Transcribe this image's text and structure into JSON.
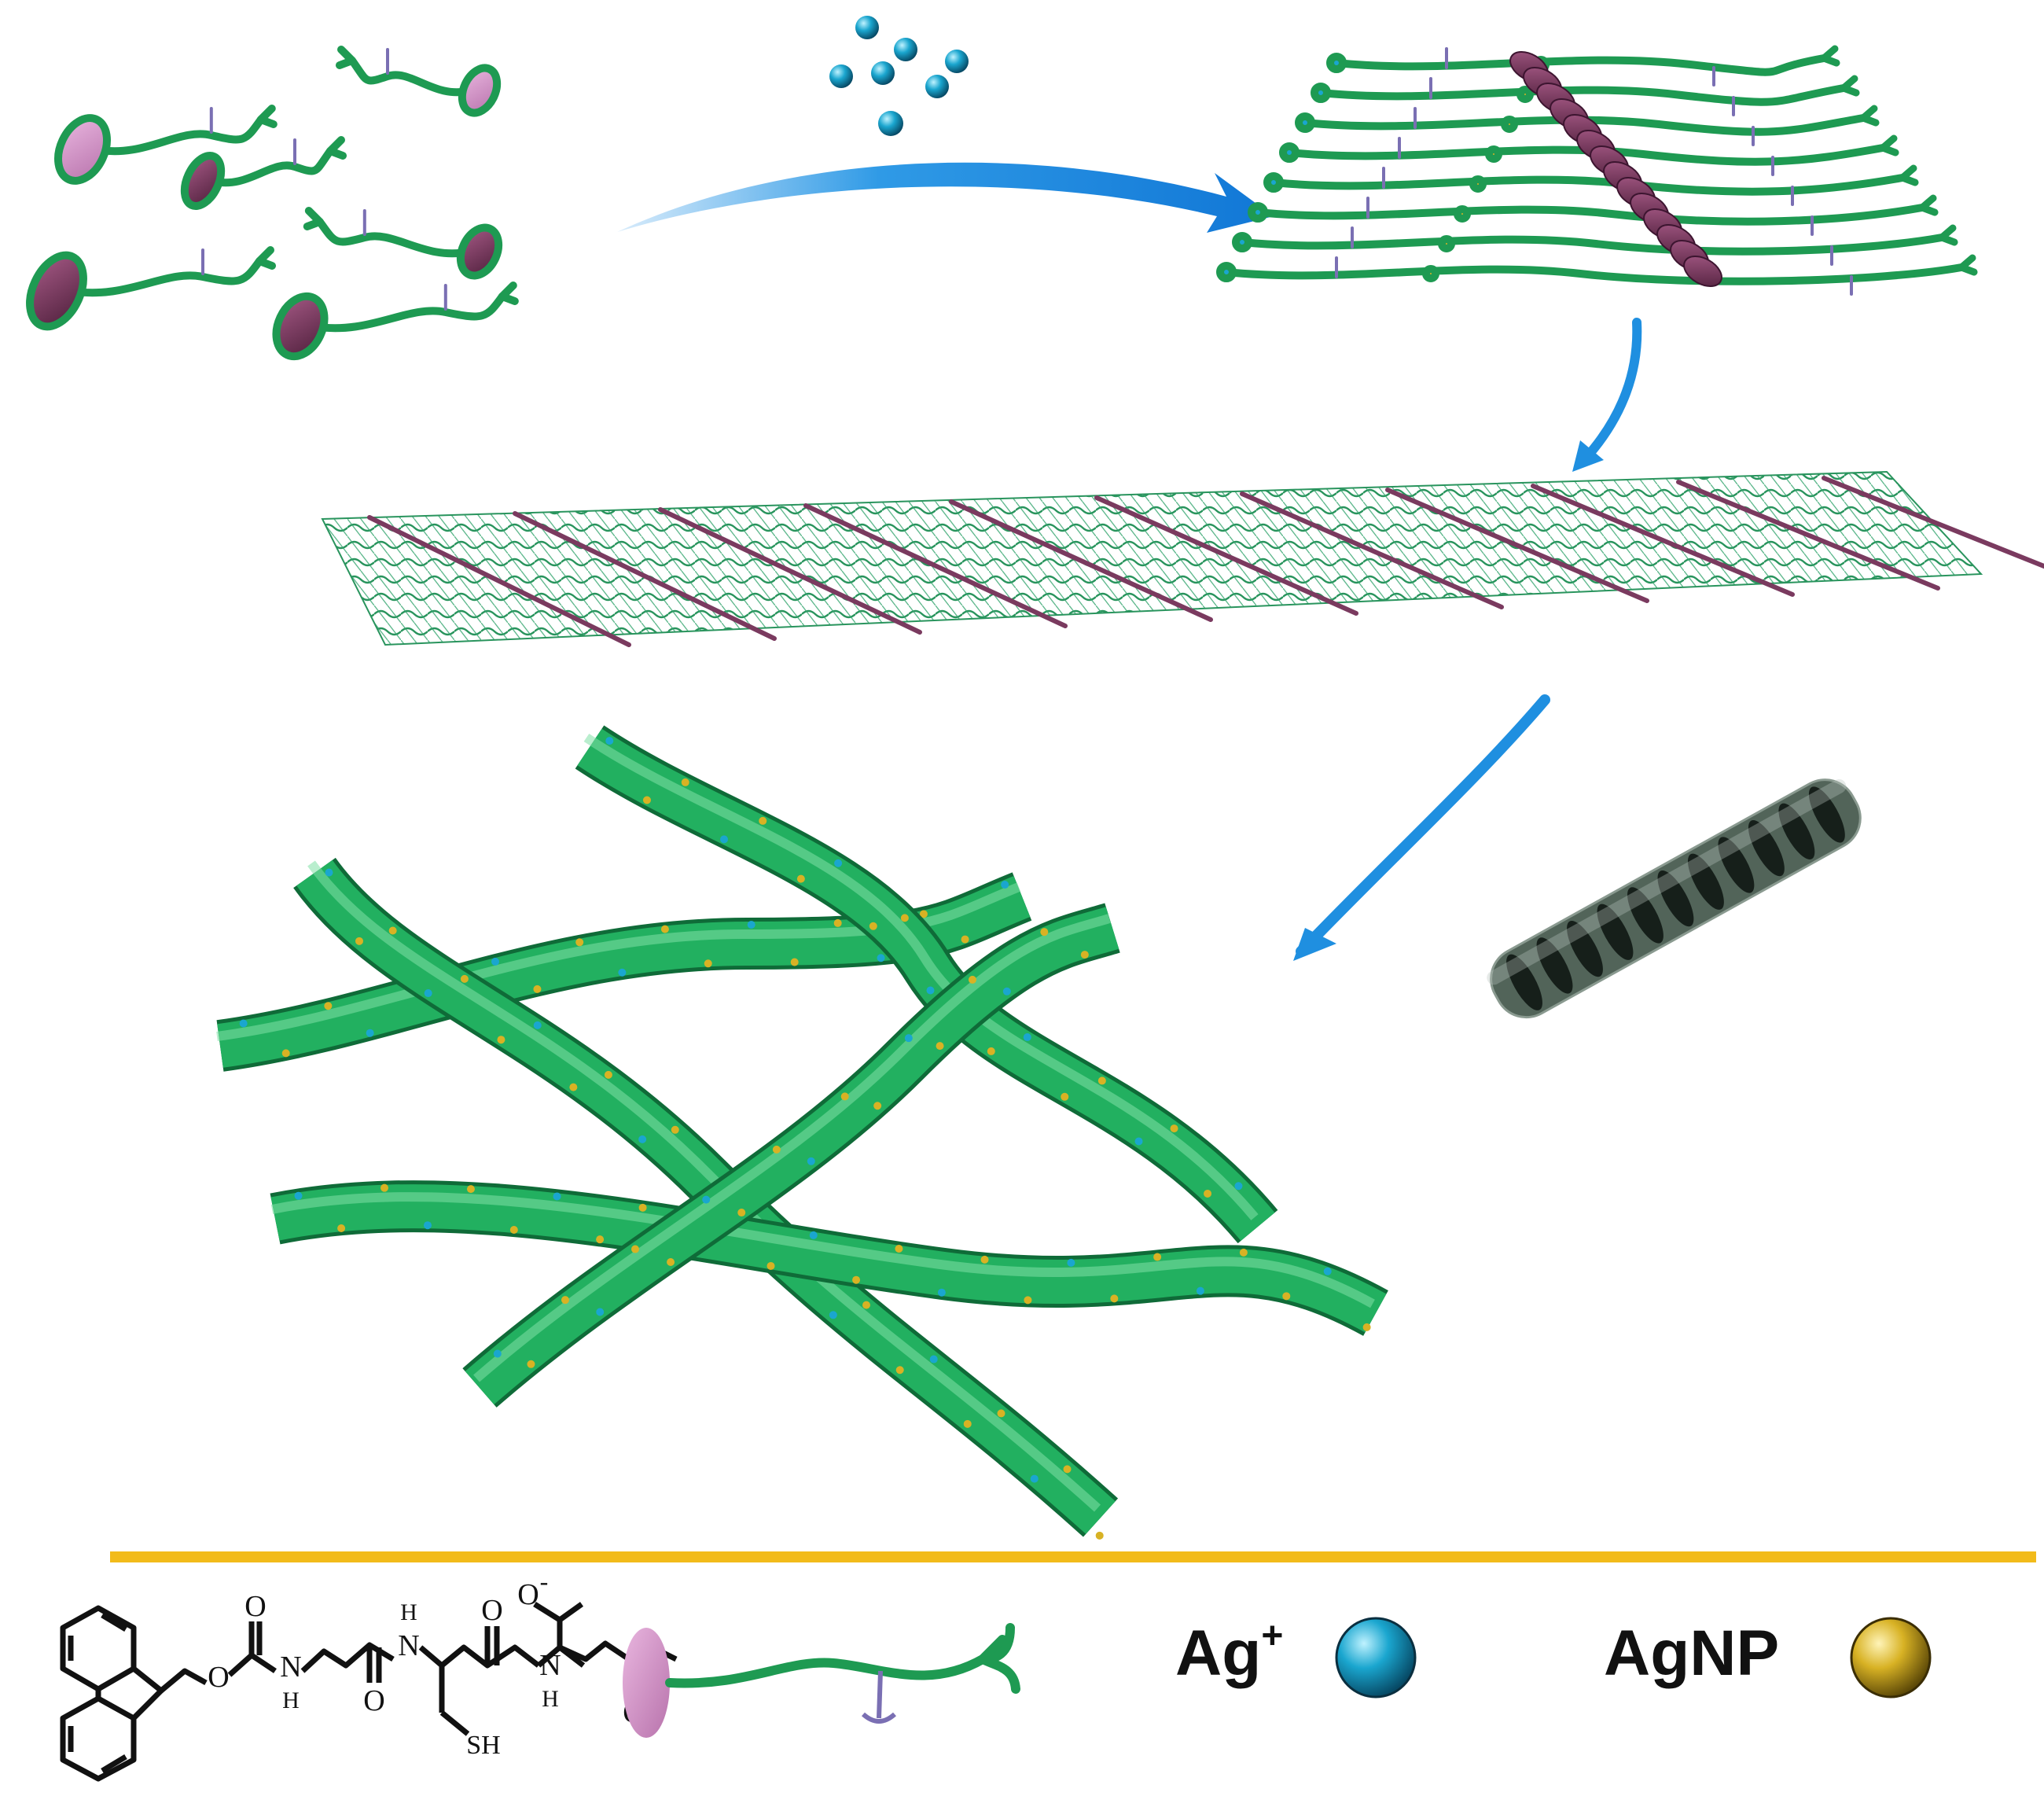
{
  "legend": {
    "ag_ion": {
      "label": "Ag",
      "charge": "+",
      "color": "#1aa6cf"
    },
    "agnp": {
      "label": "AgNP",
      "color": "#d8b224"
    }
  },
  "chemical_structure": {
    "labels": [
      "O",
      "O",
      "O",
      "O",
      "O",
      "O",
      "N",
      "H",
      "N",
      "H",
      "N",
      "H",
      "SH",
      "-",
      "-"
    ]
  },
  "colors": {
    "peptide_strand": "#1e9a52",
    "fiber": "#22b060",
    "fmoc_disc": "#c98bc0",
    "dark_disc": "#7a3a5f",
    "arrow": "#1f8fe0",
    "divider": "#f2bb1a",
    "ag_ion": "#1aa6cf",
    "agnp": "#d8b224"
  },
  "icons": [
    "fmoc-disc-icon",
    "peptide-strand-icon",
    "silver-ion-sphere-icon",
    "silver-nanoparticle-sphere-icon",
    "process-arrow-icon"
  ]
}
